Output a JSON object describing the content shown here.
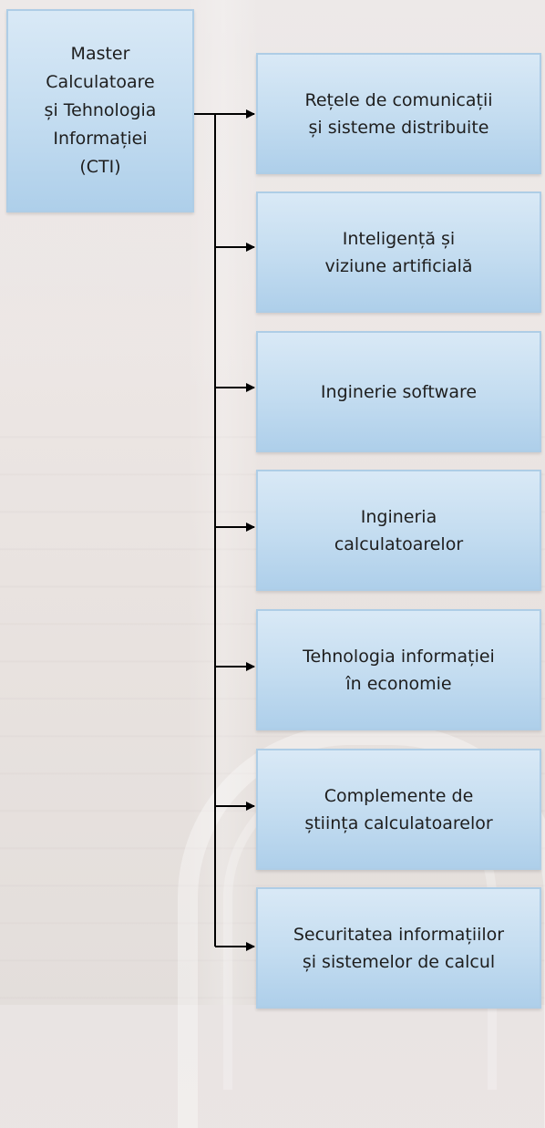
{
  "master": {
    "lines": [
      "Master",
      "Calculatoare",
      "și Tehnologia",
      "Informației",
      "(CTI)"
    ]
  },
  "programs": [
    {
      "lines": [
        "Rețele de comunicații",
        "și sisteme distribuite"
      ]
    },
    {
      "lines": [
        "Inteligență și",
        "viziune artificială"
      ]
    },
    {
      "lines": [
        "Inginerie software"
      ]
    },
    {
      "lines": [
        "Ingineria",
        "calculatoarelor"
      ]
    },
    {
      "lines": [
        "Tehnologia informației",
        "în economie"
      ]
    },
    {
      "lines": [
        "Complemente de",
        "știința calculatoarelor"
      ]
    },
    {
      "lines": [
        "Securitatea informațiilor",
        "și sistemelor de calcul"
      ]
    }
  ],
  "colors": {
    "box_border": "#aecde6",
    "box_fill_top": "#d9e9f6",
    "box_fill_bottom": "#aecfea",
    "connector": "#000000"
  }
}
